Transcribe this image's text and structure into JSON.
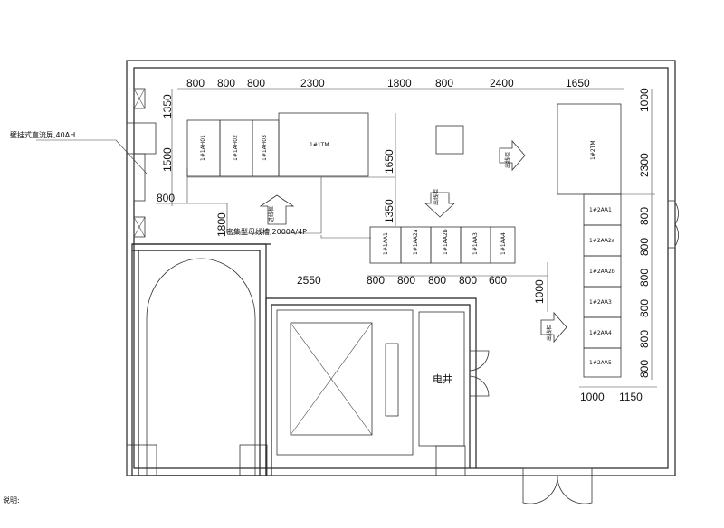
{
  "top_dims": [
    "800",
    "800",
    "800",
    "2300",
    "1800",
    "800",
    "2400",
    "1650"
  ],
  "left_dims": [
    "1350",
    "1500",
    "800",
    "1800"
  ],
  "right_dims": [
    "1000",
    "2300",
    "800",
    "800",
    "800",
    "800",
    "800",
    "800"
  ],
  "mid_dims": [
    "2550",
    "800",
    "800",
    "800",
    "800",
    "600"
  ],
  "mid_vdims": [
    "1650",
    "1350",
    "1000"
  ],
  "bottom_dims": [
    "1000",
    "1150"
  ],
  "cabinets_left": [
    "1#1AH01",
    "1#1AH02",
    "1#1AH03",
    "1#1TM"
  ],
  "cabinets_mid": [
    "1#1AA1",
    "1#1AA2a",
    "1#1AA2b",
    "1#1AA3",
    "1#1AA4"
  ],
  "cabinets_right": [
    "1#2TM",
    "1#2AA1",
    "1#2AA2a",
    "1#2AA2b",
    "1#2AA3",
    "1#2AA4",
    "1#2AA5"
  ],
  "labels": {
    "wall_box": "壁挂式直流屏,40AH",
    "busway": "密集型母线槽,2000A/4P",
    "shaft": "电井",
    "note": "说明:",
    "inlet": "进线柜",
    "outlet": "出线柜",
    "out1": "出线柜",
    "out2": "出线柜"
  }
}
